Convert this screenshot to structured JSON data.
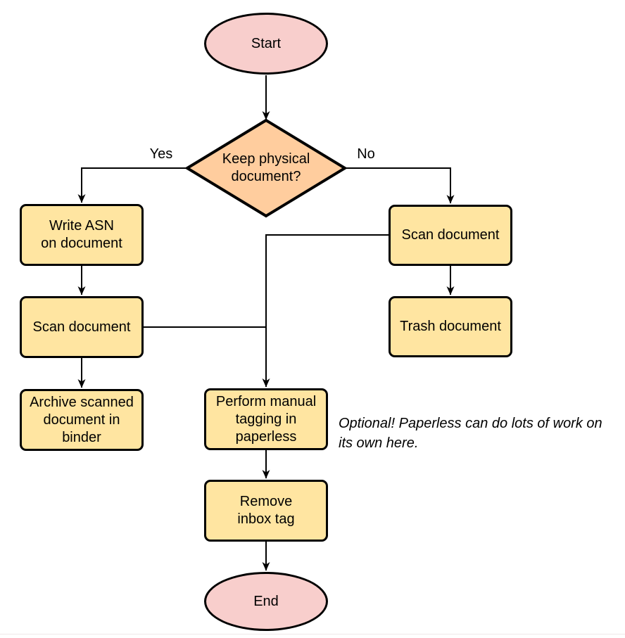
{
  "diagram": {
    "type": "flowchart",
    "nodes": {
      "start": {
        "label": "Start",
        "shape": "terminator"
      },
      "decision": {
        "label": "Keep physical\ndocument?",
        "shape": "decision"
      },
      "write_asn": {
        "label": "Write ASN\non document",
        "shape": "process"
      },
      "scan_left": {
        "label": "Scan document",
        "shape": "process"
      },
      "archive": {
        "label": "Archive scanned\ndocument in\nbinder",
        "shape": "process"
      },
      "scan_right": {
        "label": "Scan document",
        "shape": "process"
      },
      "trash": {
        "label": "Trash document",
        "shape": "process"
      },
      "perform_tagging": {
        "label": "Perform manual\ntagging in\npaperless",
        "shape": "process"
      },
      "remove_inbox": {
        "label": "Remove\ninbox tag",
        "shape": "process"
      },
      "end": {
        "label": "End",
        "shape": "terminator"
      }
    },
    "edge_labels": {
      "yes": "Yes",
      "no": "No"
    },
    "note": "Optional! Paperless can do lots of work on\nits own here.",
    "colors": {
      "terminator_fill": "#F8CECC",
      "decision_fill": "#FFCD9E",
      "process_fill": "#FFE5A1",
      "stroke": "#000000",
      "background": "#FFFFFF",
      "divider": "#F0E8E8"
    }
  }
}
